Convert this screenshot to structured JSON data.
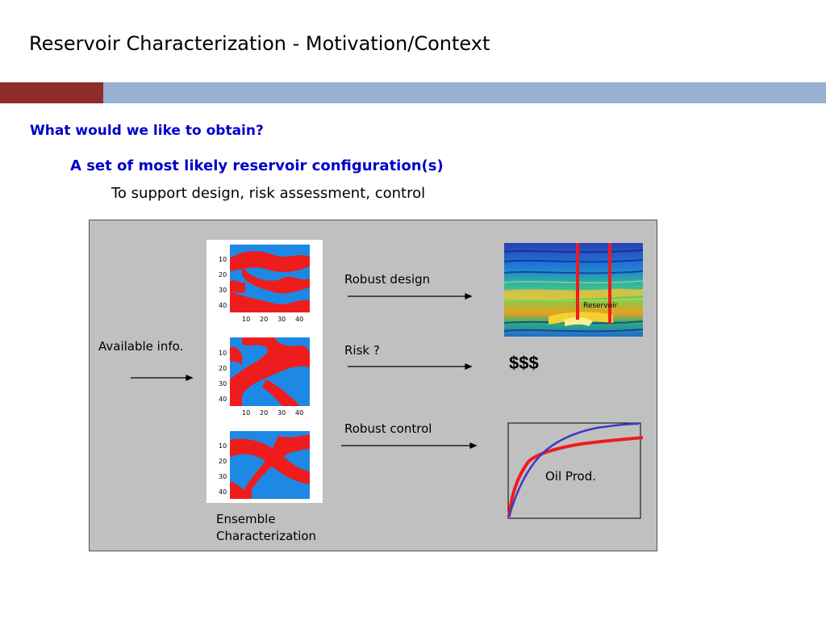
{
  "slide": {
    "title": "Reservoir Characterization - Motivation/Context",
    "question": "What would we like to obtain?",
    "answer": "A set of most likely reservoir configuration(s)",
    "purpose": "To support design, risk assessment, control"
  },
  "diagram": {
    "available_info": "Available info.",
    "ensemble_line1": "Ensemble",
    "ensemble_line2": "Characterization",
    "robust_design": "Robust design",
    "risk": "Risk ?",
    "robust_control": "Robust control",
    "money": "$$$",
    "oil_prod": "Oil Prod.",
    "seismic_label": "Reservoir",
    "map_y_ticks": [
      "10",
      "20",
      "30",
      "40"
    ],
    "map_x_ticks": [
      "10",
      "20",
      "30",
      "40"
    ]
  },
  "colors": {
    "accent_red": "#8e2b2b",
    "accent_blue": "#97b0d4",
    "heading_blue": "#0000cc",
    "panel_gray": "#c0c0c0",
    "map_blue": "#1e88e5",
    "map_red": "#ee1c1c"
  }
}
